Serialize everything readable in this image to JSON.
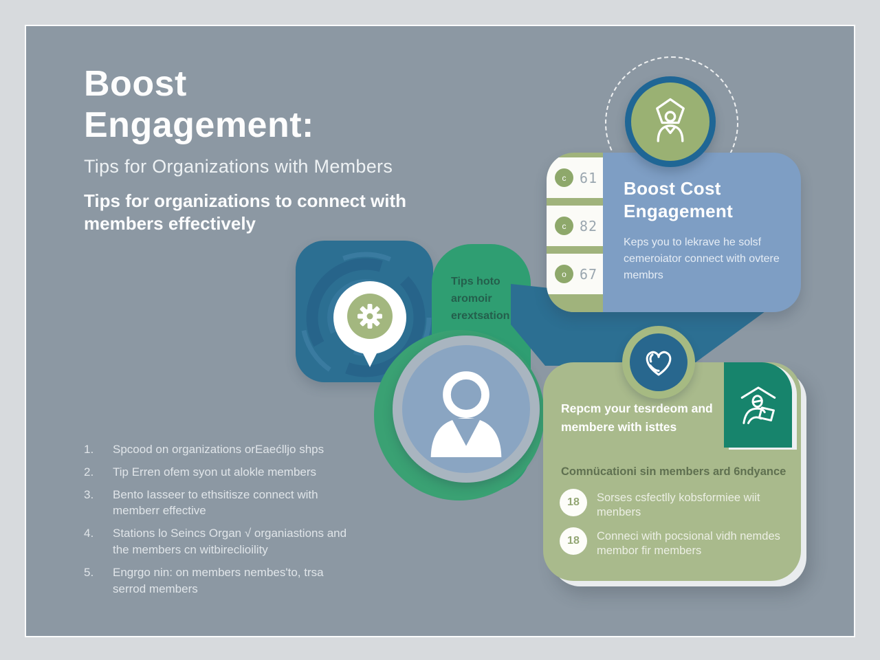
{
  "poster": {
    "title": "Boost\nEngagement:",
    "subtitle": "Tips for Organizations with Members",
    "tagline": "Tips for organizations to connect with members effectively"
  },
  "left_list": {
    "items": [
      {
        "num": "1.",
        "text": "Spcood on  organizations orEaećlljo shps"
      },
      {
        "num": "2.",
        "text": "Tip Erren ofem syon ut alokle members"
      },
      {
        "num": "3.",
        "text": "Bento Iasseer to ethsitisze connect with memberr effective"
      },
      {
        "num": "4.",
        "text": "Stations lo Seincs Organ √ organiastions and the members cn witbireclioility"
      },
      {
        "num": "5.",
        "text": "Engrgo nin: on members nembes'to, trsa serrod members"
      }
    ]
  },
  "center": {
    "bubble_text": "Tips hoto\naromoir\nerextsation"
  },
  "top_card": {
    "rows": [
      {
        "badge": "c",
        "number": "61"
      },
      {
        "badge": "c",
        "number": "82"
      },
      {
        "badge": "o",
        "number": "67"
      }
    ],
    "heading": "Boost Cost\nEngagement",
    "body": "Keps you to lekrave he solsf cemeroiator connect with ovtere membrs"
  },
  "bottom_card": {
    "heading": "Repcm your tesrdeom and membere with isttes",
    "subheading": "Comnücationi sin members ard 6ndyance",
    "items": [
      {
        "badge": "18",
        "text": "Sorses csfectlly kobsformiee wiit menbers"
      },
      {
        "badge": "18",
        "text": "Conneci with pocsional vidh nemdes membor fir members"
      }
    ]
  },
  "icons": {
    "pin": "location-pin",
    "gear": "gear",
    "person_shield": "person-with-shield",
    "heart_hands": "hands-heart",
    "avatar": "person-avatar",
    "graduate": "person-with-roof"
  },
  "colors": {
    "board_gray": "#8c98a3",
    "dark_blue": "#2c6f92",
    "emerald": "#2f9e72",
    "olive": "#a0b37c",
    "steel_blue": "#7e9ec4",
    "teal": "#17846c"
  }
}
